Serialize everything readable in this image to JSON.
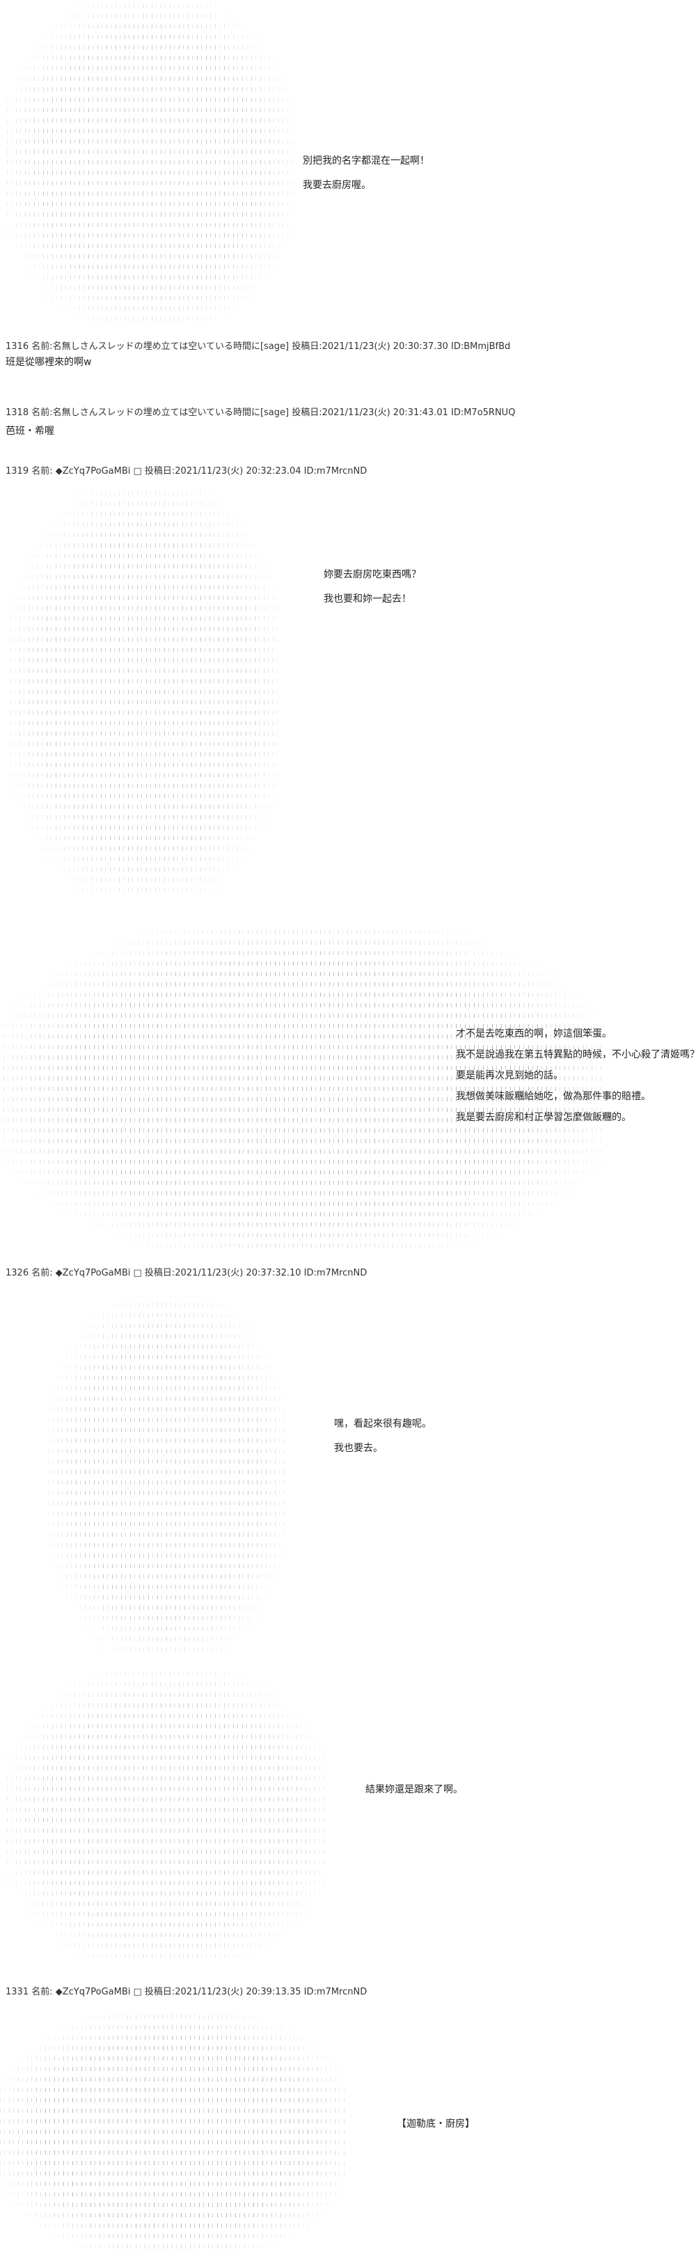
{
  "posts": [
    {
      "header": "1316 名前:名無しさんスレッドの埋め立ては空いている時間に[sage] 投稿日:2021/11/23(火) 20:30:37.30 ID:BMmjBfBd",
      "body": "班是從哪裡來的啊w"
    },
    {
      "header": "1318 名前:名無しさんスレッドの埋め立ては空いている時間に[sage] 投稿日:2021/11/23(火) 20:31:43.01 ID:M7o5RNUQ",
      "body": "芭班・希喔"
    },
    {
      "header": "1319 名前: ◆ZcYq7PoGaMBi □ 投稿日:2021/11/23(火) 20:32:23.04 ID:m7MrcnND"
    },
    {
      "header": "1326 名前: ◆ZcYq7PoGaMBi □ 投稿日:2021/11/23(火) 20:37:32.10 ID:m7MrcnND"
    },
    {
      "header": "1331 名前: ◆ZcYq7PoGaMBi □ 投稿日:2021/11/23(火) 20:39:13.35 ID:m7MrcnND"
    }
  ],
  "dialogs": [
    [
      "別把我的名字都混在一起啊！",
      "我要去廚房喔。"
    ],
    [
      "妳要去廚房吃東西嗎？",
      "我也要和妳一起去！"
    ],
    [
      "才不是去吃東西的啊，妳這個笨蛋。",
      "我不是說過我在第五特異點的時候，不小心殺了清姬嗎？",
      "要是能再次見到她的話。",
      "我想做美味飯糰給她吃，做為那件事的賠禮。",
      "我是要去廚房和村正學習怎麼做飯糰的。"
    ],
    [
      "嘿，看起來很有趣呢。",
      "我也要去。"
    ],
    [
      "結果妳還是跟來了啊。"
    ]
  ],
  "location_caption": "【迦勒底・廚房】"
}
